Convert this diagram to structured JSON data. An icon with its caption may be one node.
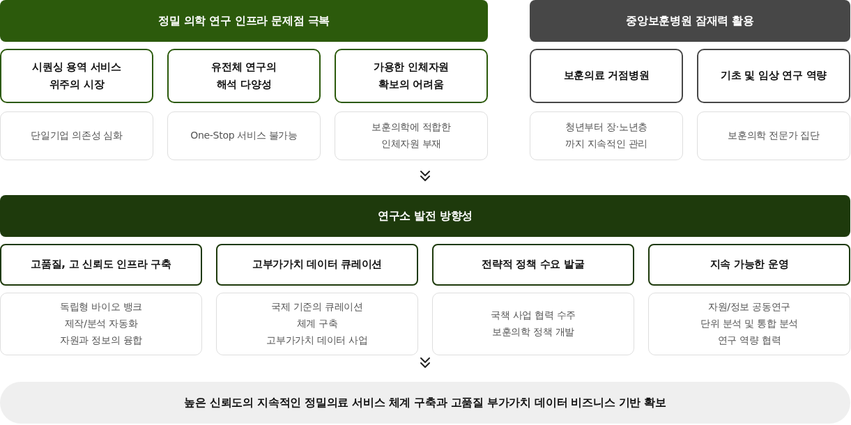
{
  "diagram": {
    "nodes": [
      {
        "text": [
          "정밀 의학 연구 인프라 문제점 극복"
        ]
      },
      {
        "text": [
          "중앙보훈병원 잠재력 활용"
        ]
      },
      {
        "text": [
          "시퀀싱 용역 서비스 위주의 시장"
        ]
      },
      {
        "text": [
          "유전체 연구의 해석 다양성"
        ]
      },
      {
        "text": [
          "가용한 인체자원 확보의 어려움"
        ]
      },
      {
        "text": [
          "보훈의료 거점병원"
        ]
      },
      {
        "text": [
          "기초 및 임상 연구 역량"
        ]
      },
      {
        "text": [
          "단일기업 의존성 심화"
        ]
      },
      {
        "text": [
          "One-Stop 서비스 불가능"
        ]
      },
      {
        "text": [
          "보훈의학에 적합한 인체자원 부재"
        ]
      },
      {
        "text": [
          "청년부터 장·노년층 까지 지속적인 관리"
        ]
      },
      {
        "text": [
          "보훈의학 전문가 집단"
        ]
      },
      {
        "text": [
          "연구소 발전 방향성"
        ]
      },
      {
        "text": [
          "고품질, 고 신뢰도 인프라 구축"
        ]
      },
      {
        "text": [
          "고부가가치 데이터 큐레이션"
        ]
      },
      {
        "text": [
          "전략적 정책 수요 발굴"
        ]
      },
      {
        "text": [
          "지속 가능한 운영"
        ]
      },
      {
        "text": [
          "독립형 바이오 뱅크",
          "제작/분석 자동화",
          "자원과 정보의 융합"
        ]
      },
      {
        "text": [
          "국제 기준의 큐레이션",
          "체계 구축",
          "고부가가치 데이터 사업"
        ]
      },
      {
        "text": [
          "국책 사업 협력 수주",
          "보훈의학 정책 개발"
        ]
      },
      {
        "text": [
          "자원/정보 공동연구",
          "단위 분석 및 통합 분석",
          "연구 역량 협력"
        ]
      },
      {
        "text": [
          "높은 신뢰도의 지속적인 정밀의료 서비스 체계 구축과 고품질 부가가치 데이터 비즈니스 기반 확보"
        ]
      }
    ],
    "edges": [
      {
        "from": null,
        "to": 12,
        "arrow": "to"
      },
      {
        "from": null,
        "to": 21,
        "arrow": "to"
      }
    ]
  }
}
